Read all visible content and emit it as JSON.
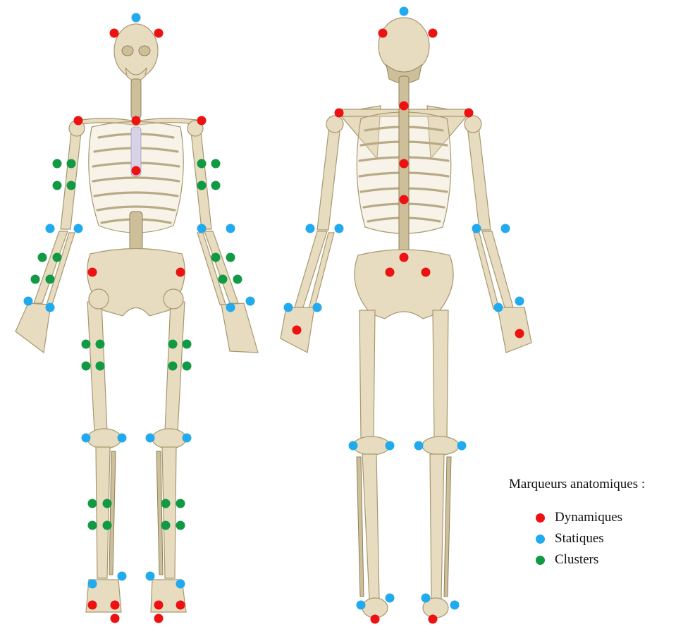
{
  "legend": {
    "title": "Marqueurs anatomiques :",
    "items": [
      {
        "label": "Dynamiques",
        "color": "#ee1111"
      },
      {
        "label": "Statiques",
        "color": "#22aaee"
      },
      {
        "label": "Clusters",
        "color": "#119944"
      }
    ]
  },
  "colors": {
    "dynamic": "#ee1111",
    "static": "#22aaee",
    "cluster": "#119944",
    "bone": "#e7dcc0"
  },
  "views": [
    {
      "name": "anterior-view-skeleton"
    },
    {
      "name": "posterior-view-skeleton"
    }
  ]
}
